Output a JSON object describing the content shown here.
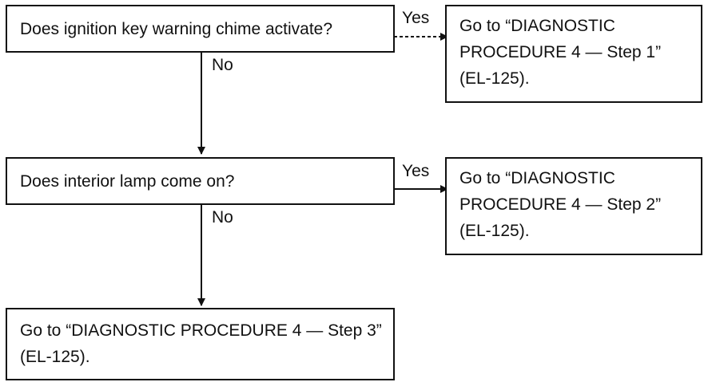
{
  "q1": {
    "text": "Does ignition key warning chime activate?",
    "yes": "Yes",
    "no": "No"
  },
  "r1": {
    "text": "Go to “DIAGNOSTIC PROCEDURE 4 — Step 1” (EL-125)."
  },
  "q2": {
    "text": "Does interior lamp come on?",
    "yes": "Yes",
    "no": "No"
  },
  "r2": {
    "text": "Go to “DIAGNOSTIC PROCEDURE 4 — Step 2” (EL-125)."
  },
  "r3": {
    "text": "Go to “DIAGNOSTIC PROCEDURE 4 — Step 3” (EL-125)."
  }
}
